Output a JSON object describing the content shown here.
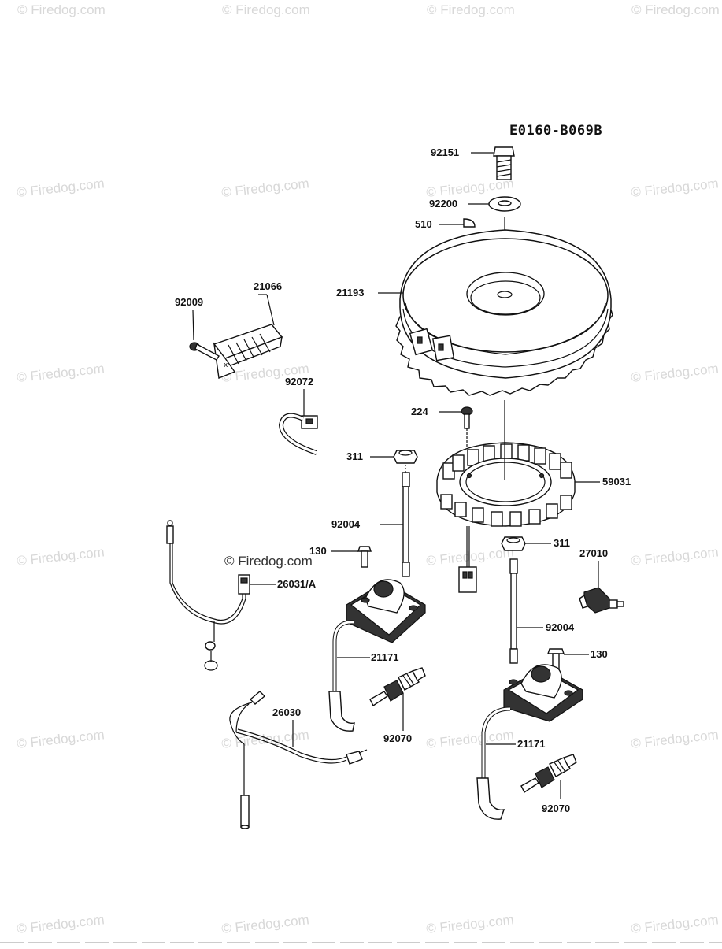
{
  "diagram_code": "E0160-B069B",
  "watermark": "© Firedog.com",
  "part_labels": {
    "p92151": "92151",
    "p92200": "92200",
    "p510": "510",
    "p21193": "21193",
    "p21066": "21066",
    "p92009": "92009",
    "p92072": "92072",
    "p224": "224",
    "p311a": "311",
    "p59031": "59031",
    "p92004a": "92004",
    "p130a": "130",
    "p311b": "311",
    "p27010": "27010",
    "p26031": "26031/A",
    "p21171a": "21171",
    "p92004b": "92004",
    "p130b": "130",
    "p26030": "26030",
    "p92070a": "92070",
    "p21171b": "21171",
    "p92070b": "92070"
  }
}
